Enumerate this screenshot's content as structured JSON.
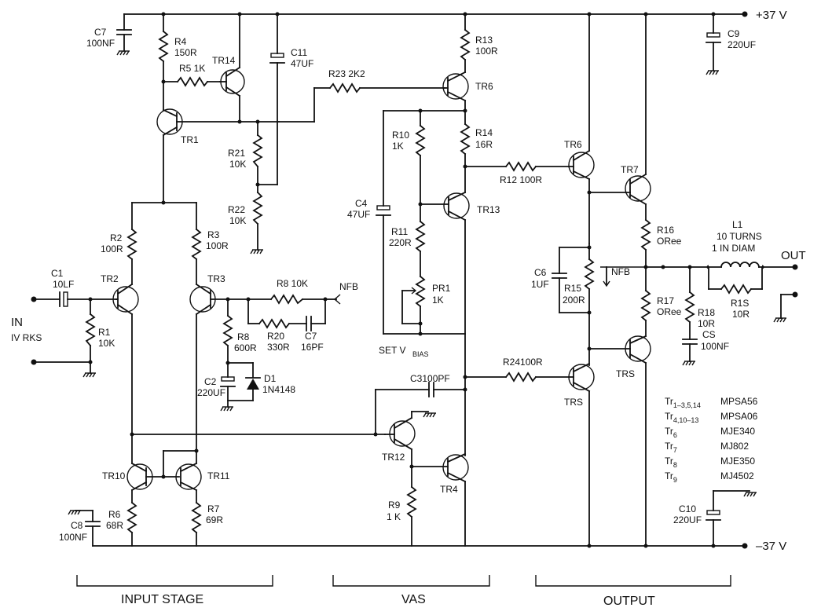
{
  "supply": {
    "pos": "+37 V",
    "neg": "–37 V"
  },
  "io": {
    "input": "IN",
    "input_level": "IV RKS",
    "output": "OUT",
    "nfb": "NFB",
    "nfb2": "NFB"
  },
  "stages": {
    "input": "INPUT STAGE",
    "vas": "VAS",
    "output": "OUTPUT"
  },
  "set_vbias": {
    "main": "SET V",
    "sub": "BIAS"
  },
  "components": {
    "R1": [
      "R1",
      "10K"
    ],
    "R2": [
      "R2",
      "100R"
    ],
    "R3": [
      "R3",
      "100R"
    ],
    "R4": [
      "R4",
      "150R"
    ],
    "R5": [
      "R5 1K"
    ],
    "R6": [
      "R6",
      "68R"
    ],
    "R7": [
      "R7",
      "69R"
    ],
    "R8a": [
      "R8",
      "600R"
    ],
    "R8b": [
      "R8 10K"
    ],
    "R9": [
      "R9",
      "1 K"
    ],
    "R10": [
      "R10",
      "1K"
    ],
    "R11": [
      "R11",
      "220R"
    ],
    "R12": [
      "R12 100R"
    ],
    "R13": [
      "R13",
      "100R"
    ],
    "R14": [
      "R14",
      "16R"
    ],
    "R15": [
      "R15",
      "200R"
    ],
    "R16": [
      "R16",
      "ORee"
    ],
    "R17": [
      "R17",
      "ORee"
    ],
    "R18": [
      "R18",
      "10R"
    ],
    "R1S": [
      "R1S",
      "10R"
    ],
    "R20": [
      "R20",
      "330R"
    ],
    "R21": [
      "R21",
      "10K"
    ],
    "R22": [
      "R22",
      "10K"
    ],
    "R23": [
      "R23 2K2"
    ],
    "R24": [
      "R24100R"
    ],
    "PR1": [
      "PR1",
      "1K"
    ],
    "C1": [
      "C1",
      "10LF"
    ],
    "C2": [
      "C2",
      "220UF"
    ],
    "C3": [
      "C3100PF"
    ],
    "C4": [
      "C4",
      "47UF"
    ],
    "C6": [
      "C6",
      "1UF"
    ],
    "C7a": [
      "C7",
      "100NF"
    ],
    "C7b": [
      "C7",
      "16PF"
    ],
    "C8": [
      "C8",
      "100NF"
    ],
    "C9": [
      "C9",
      "220UF"
    ],
    "C10": [
      "C10",
      "220UF"
    ],
    "C11": [
      "C11",
      "47UF"
    ],
    "CS": [
      "CS",
      "100NF"
    ],
    "D1": [
      "D1",
      "1N4148"
    ],
    "L1": [
      "L1",
      "10 TURNS",
      "1 IN DIAM"
    ],
    "TR1": "TR1",
    "TR2": "TR2",
    "TR3": "TR3",
    "TR4": "TR4",
    "TR6a": "TR6",
    "TR6b": "TR6",
    "TR7": "TR7",
    "TR10": "TR10",
    "TR11": "TR11",
    "TR12": "TR12",
    "TR13": "TR13",
    "TR14": "TR14",
    "TRSa": "TRS",
    "TRSb": "TRS"
  },
  "parts_table": [
    {
      "tr": "Tr",
      "sub": "1–3,5,14",
      "part": "MPSA56"
    },
    {
      "tr": "Tr",
      "sub": "4,10–13",
      "part": "MPSA06"
    },
    {
      "tr": "Tr",
      "sub": "6",
      "part": "MJE340"
    },
    {
      "tr": "Tr",
      "sub": "7",
      "part": "MJ802"
    },
    {
      "tr": "Tr",
      "sub": "8",
      "part": "MJE350"
    },
    {
      "tr": "Tr",
      "sub": "9",
      "part": "MJ4502"
    }
  ]
}
